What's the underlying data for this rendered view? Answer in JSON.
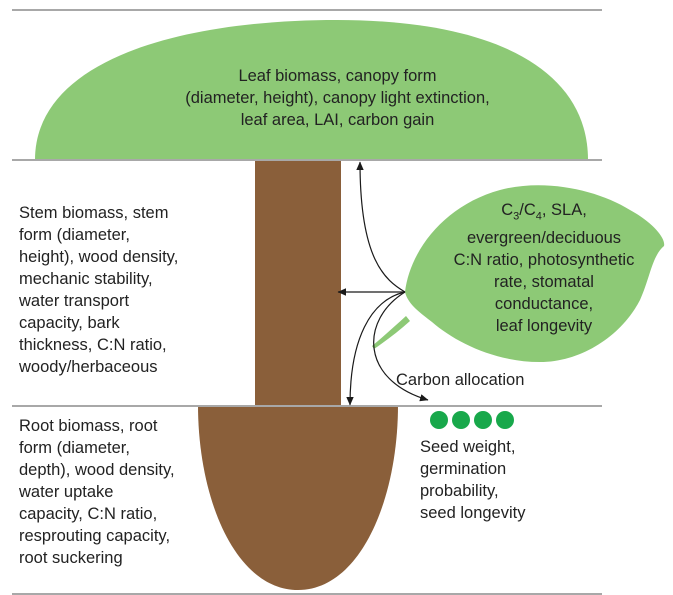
{
  "colors": {
    "canopy": "#8dc976",
    "stem": "#8a5f3a",
    "leaf": "#8dc976",
    "seed": "#18a84b",
    "divider": "#a8a8a8",
    "arrow": "#1a1a1a"
  },
  "canopy": {
    "lines": [
      "Leaf biomass, canopy form",
      "(diameter, height), canopy light extinction,",
      "leaf area, LAI, carbon gain"
    ]
  },
  "stem": {
    "lines": [
      "Stem biomass, stem",
      "form (diameter,",
      "height), wood density,",
      "mechanic stability,",
      "water transport",
      "capacity, bark",
      "thickness, C:N ratio,",
      "woody/herbaceous"
    ]
  },
  "leaf": {
    "lines": [
      "C3/C4, SLA,",
      "evergreen/deciduous",
      "C:N ratio, photosynthetic",
      "rate, stomatal",
      "conductance,",
      "leaf longevity"
    ]
  },
  "allocation": {
    "label": "Carbon allocation"
  },
  "root": {
    "lines": [
      "Root biomass, root",
      "form (diameter,",
      "depth), wood density,",
      "water uptake",
      "capacity, C:N ratio,",
      "resprouting capacity,",
      "root suckering"
    ]
  },
  "seed": {
    "lines": [
      "Seed weight,",
      "germination",
      "probability,",
      "seed longevity"
    ],
    "icon_count": 4
  }
}
